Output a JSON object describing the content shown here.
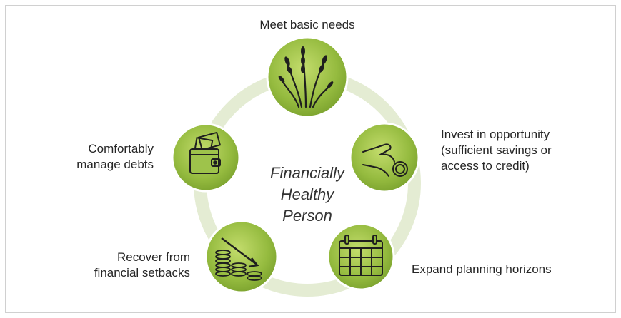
{
  "center": {
    "line1": "Financially",
    "line2": "Healthy",
    "line3": "Person"
  },
  "nodes": [
    {
      "id": "meet-basic-needs",
      "icon": "wheat-icon",
      "lines": [
        "Meet basic needs"
      ]
    },
    {
      "id": "invest-in-opportunity",
      "icon": "hand-coin-icon",
      "lines": [
        "Invest in opportunity",
        "(sufficient savings or",
        "access to credit)"
      ]
    },
    {
      "id": "expand-planning-horizons",
      "icon": "calendar-icon",
      "lines": [
        "Expand planning horizons"
      ]
    },
    {
      "id": "recover-from-setbacks",
      "icon": "falling-coins-icon",
      "lines": [
        "Recover from",
        "financial setbacks"
      ]
    },
    {
      "id": "manage-debts",
      "icon": "wallet-icon",
      "lines": [
        "Comfortably",
        "manage debts"
      ]
    }
  ],
  "colors": {
    "node_fill": "#8db43a",
    "node_fill_light": "#b6d35f",
    "ring": "#e4ecd3",
    "icon_stroke": "#1f1f1f"
  }
}
